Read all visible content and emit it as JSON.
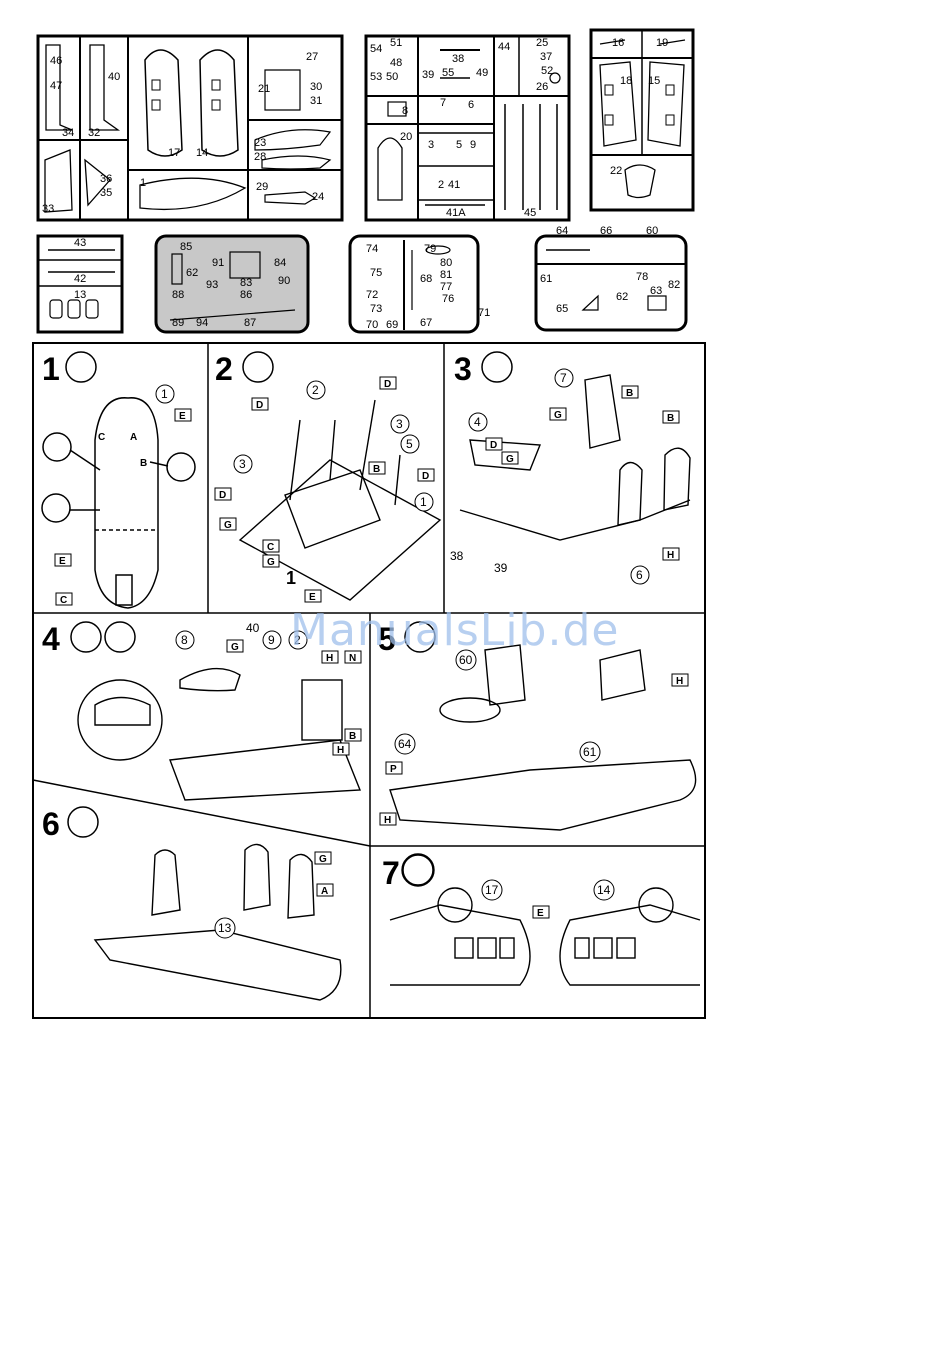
{
  "watermark": "ManualsLib.de",
  "colors": {
    "ink": "#000000",
    "paper": "#ffffff",
    "screen": "#c8c8c8",
    "watermark": "#9fc0ec"
  },
  "sprues": {
    "frame1": [
      "34",
      "32",
      "46",
      "47",
      "40",
      "17",
      "14",
      "21",
      "27",
      "30",
      "31",
      "33",
      "36",
      "35",
      "23",
      "28",
      "29",
      "24",
      "1"
    ],
    "frame2": [
      "54",
      "51",
      "48",
      "53",
      "50",
      "38",
      "39",
      "55",
      "49",
      "44",
      "25",
      "37",
      "52",
      "26",
      "8",
      "7",
      "6",
      "20",
      "3",
      "5",
      "9",
      "2",
      "41",
      "41A",
      "45"
    ],
    "frame3": [
      "16",
      "19",
      "18",
      "15",
      "22"
    ],
    "frame4": [
      "43",
      "42",
      "13"
    ],
    "frame5": [
      "85",
      "91",
      "62",
      "84",
      "83",
      "90",
      "88",
      "86",
      "93",
      "89",
      "94",
      "87"
    ],
    "frame6": [
      "74",
      "79",
      "75",
      "80",
      "68",
      "81",
      "77",
      "72",
      "76",
      "73",
      "67",
      "70",
      "69",
      "71"
    ],
    "frame7": [
      "64",
      "66",
      "60",
      "61",
      "78",
      "82",
      "65",
      "62",
      "63"
    ]
  },
  "steps": [
    {
      "num": "1",
      "parts": [
        "1"
      ],
      "markers": [
        "E",
        "B",
        "A",
        "C",
        "E",
        "C"
      ]
    },
    {
      "num": "2",
      "parts": [
        "2",
        "3",
        "5",
        "3",
        "1",
        "1"
      ],
      "markers": [
        "D",
        "D",
        "D",
        "B",
        "D",
        "G",
        "C",
        "G",
        "E"
      ]
    },
    {
      "num": "3",
      "parts": [
        "7",
        "4",
        "6",
        "38",
        "39"
      ],
      "markers": [
        "B",
        "G",
        "B",
        "D",
        "G",
        "H"
      ]
    },
    {
      "num": "4",
      "parts": [
        "8",
        "40",
        "9",
        "2"
      ],
      "markers": [
        "G",
        "H",
        "N",
        "B",
        "H"
      ]
    },
    {
      "num": "5",
      "parts": [
        "60",
        "61",
        "64"
      ],
      "markers": [
        "H",
        "P",
        "H"
      ]
    },
    {
      "num": "6",
      "parts": [
        "13"
      ],
      "markers": [
        "G",
        "A"
      ]
    },
    {
      "num": "7",
      "parts": [
        "17",
        "14"
      ],
      "markers": [
        "E"
      ]
    }
  ]
}
